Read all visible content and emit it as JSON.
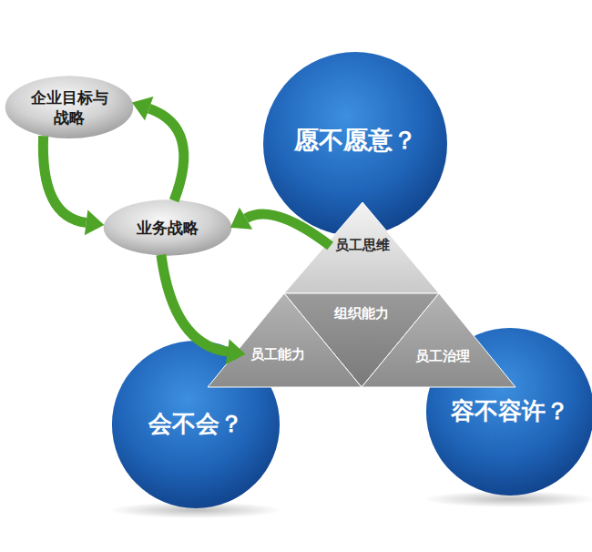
{
  "diagram": {
    "nodes": [
      {
        "text": [
          "企业目标与 战略"
        ]
      },
      {
        "text": [
          "业务战略"
        ]
      },
      {
        "text": [
          "愿不愿意？"
        ]
      },
      {
        "text": [
          "员工思维"
        ]
      },
      {
        "text": [
          "组织能力"
        ]
      },
      {
        "text": [
          "员工能力"
        ]
      },
      {
        "text": [
          "员工治理"
        ]
      },
      {
        "text": [
          "会不会？"
        ]
      },
      {
        "text": [
          "容不容许？"
        ]
      }
    ],
    "edges": [
      {
        "from": 1,
        "to": 0,
        "arrow": "to"
      },
      {
        "from": 0,
        "to": 1,
        "arrow": "to"
      },
      {
        "from": 1,
        "to": 5,
        "arrow": "to"
      },
      {
        "from": 3,
        "to": 1,
        "arrow": "to"
      }
    ]
  }
}
